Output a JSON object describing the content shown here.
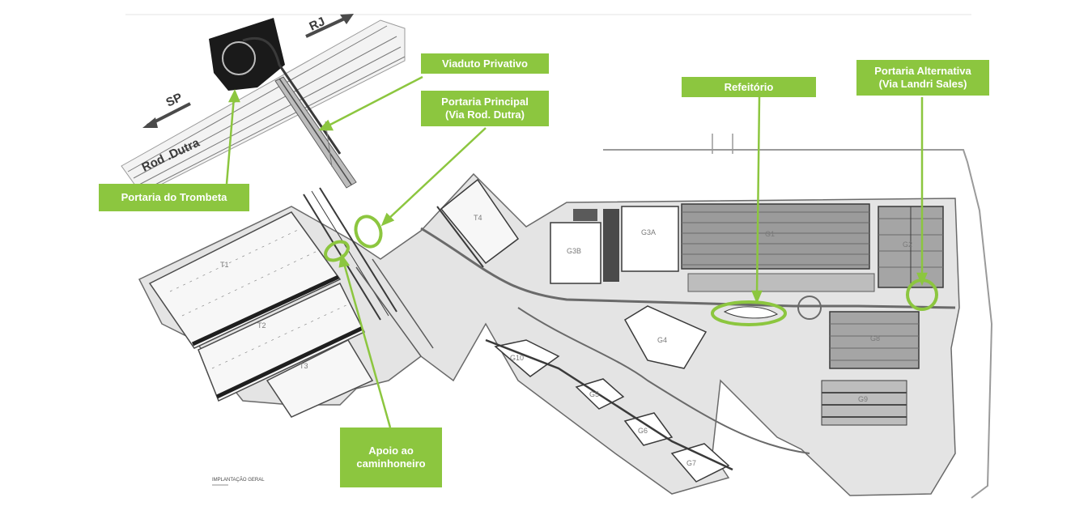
{
  "callouts": {
    "viaduto": "Viaduto Privativo",
    "portaria_principal": [
      "Portaria Principal",
      "(Via Rod. Dutra)"
    ],
    "refeitorio": "Refeitório",
    "portaria_alternativa": [
      "Portaria Alternativa",
      "(Via Landri Sales)"
    ],
    "trombeta": "Portaria do Trombeta",
    "apoio": [
      "Apoio ao",
      "caminhoneiro"
    ]
  },
  "road_labels": {
    "rj": "RJ",
    "sp": "SP",
    "rod_dutra": "Rod .Dutra"
  },
  "buildings": [
    "T1",
    "T2",
    "T3",
    "T4",
    "G3B",
    "G3A",
    "G1",
    "G2",
    "G4",
    "G10",
    "G5",
    "G6",
    "G7",
    "G8",
    "G9"
  ],
  "drawing_caption": "IMPLANTAÇÃO GERAL",
  "colors": {
    "accent_green": "#8cc63f",
    "road_gray": "#5a5a5a",
    "terrain_gray": "#d6d6d6"
  }
}
